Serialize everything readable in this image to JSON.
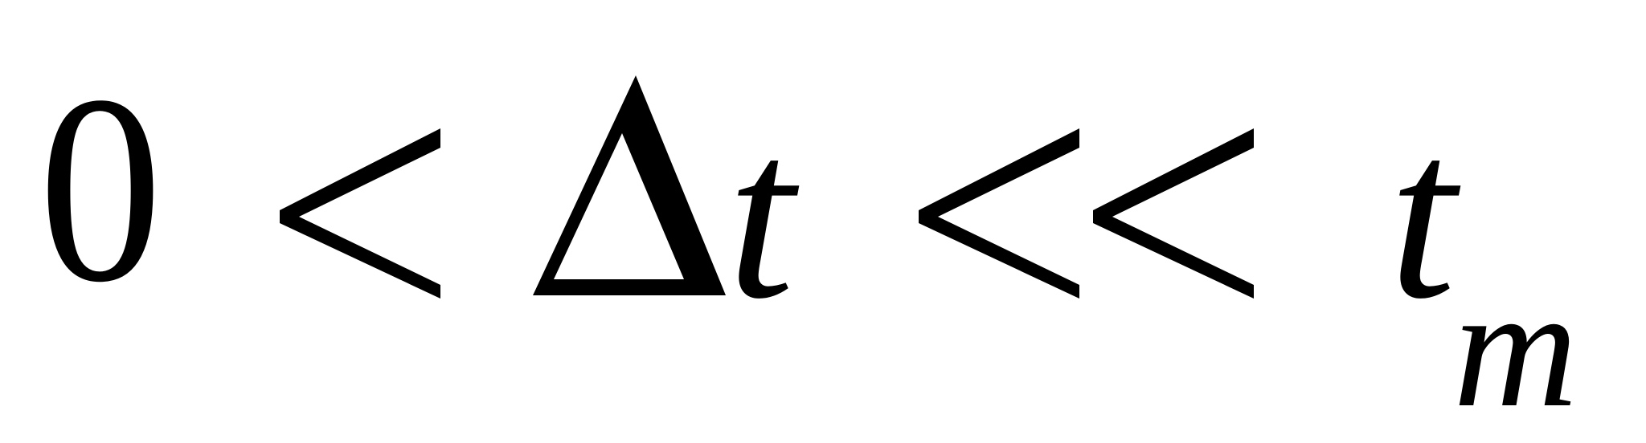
{
  "formula": {
    "zero": "0",
    "less_than": "<",
    "delta": "Δ",
    "t": "t",
    "much_less_than": "<<",
    "t_main": "t",
    "subscript": "m"
  }
}
